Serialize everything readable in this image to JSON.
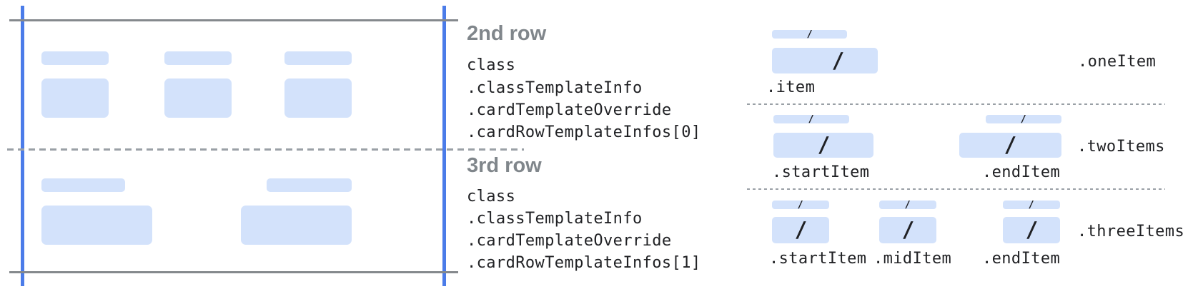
{
  "palette": {
    "placeholder_fill": "#d3e2fb",
    "guide_blue": "#4b7ce9",
    "guide_gray": "#85898d",
    "dash_gray": "#9aa0a6",
    "heading_gray": "#80868b",
    "code_text": "#202124"
  },
  "slash": "/",
  "card_rows": [
    {
      "heading": "2nd row",
      "code": [
        "class",
        ".classTemplateInfo",
        ".cardTemplateOverride",
        ".cardRowTemplateInfos[0]"
      ]
    },
    {
      "heading": "3rd row",
      "code": [
        "class",
        ".classTemplateInfo",
        ".cardTemplateOverride",
        ".cardRowTemplateInfos[1]"
      ]
    }
  ],
  "item_layouts": [
    {
      "name": ".oneItem",
      "item_labels": [
        ".item"
      ]
    },
    {
      "name": ".twoItems",
      "item_labels": [
        ".startItem",
        ".endItem"
      ]
    },
    {
      "name": ".threeItems",
      "item_labels": [
        ".startItem",
        ".midItem",
        ".endItem"
      ]
    }
  ]
}
